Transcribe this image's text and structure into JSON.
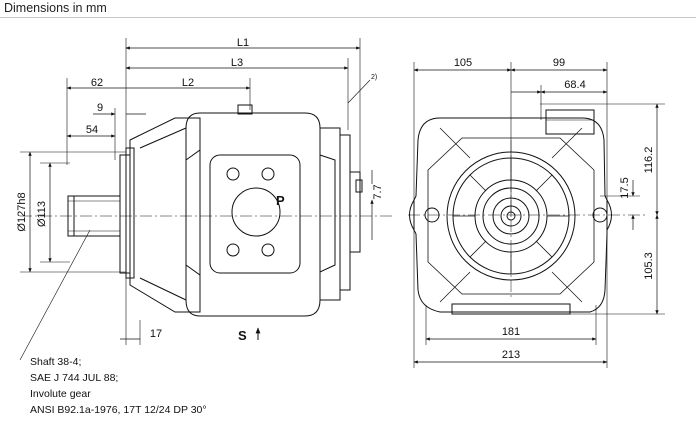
{
  "header": {
    "title": "Dimensions in mm"
  },
  "side_view": {
    "dims": {
      "L1": "L1",
      "L3": "L3",
      "L2": "L2",
      "d62": "62",
      "d9": "9",
      "d54": "54",
      "d17": "17",
      "dia127": "Ø127h8",
      "dia113": "Ø113",
      "d7_7": "7.7",
      "note_ref": "2)"
    },
    "port_p": "P",
    "port_s": "S",
    "shaft_note": [
      "Shaft 38-4;",
      "SAE J 744 JUL 88;",
      "Involute gear",
      "ANSI B92.1a-1976, 17T 12/24 DP 30°"
    ]
  },
  "front_view": {
    "dims": {
      "d105": "105",
      "d99": "99",
      "d68_4": "68.4",
      "d116_2": "116.2",
      "d17_5": "17.5",
      "d105_3": "105.3",
      "d181": "181",
      "d213": "213"
    }
  },
  "colors": {
    "ink": "#111111",
    "rule": "#c8c8c8"
  }
}
